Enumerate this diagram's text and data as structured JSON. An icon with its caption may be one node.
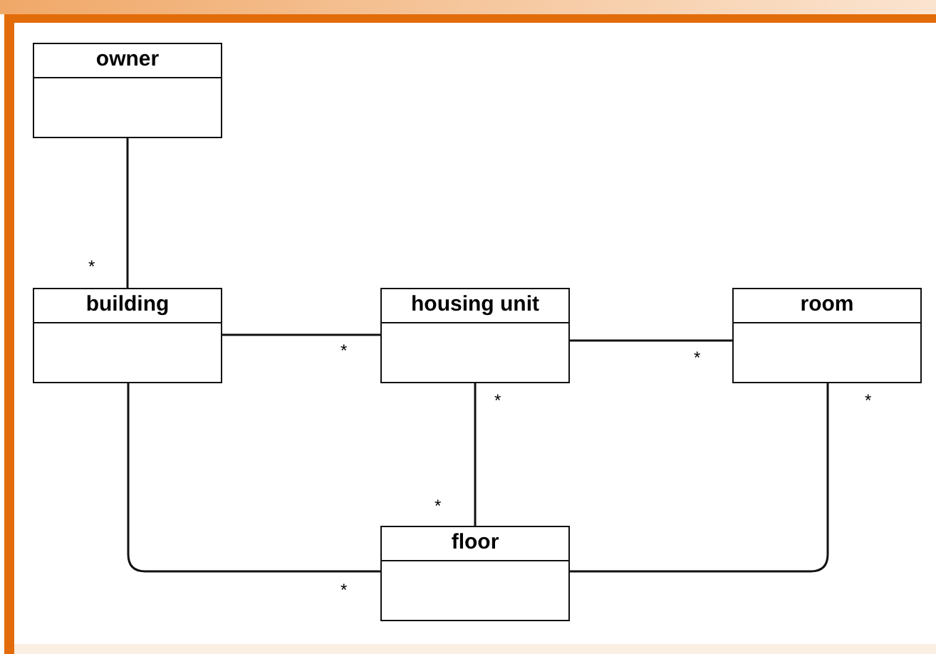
{
  "diagram": {
    "nodes": [
      {
        "text": [
          "owner"
        ]
      },
      {
        "text": [
          "building"
        ]
      },
      {
        "text": [
          "housing unit"
        ]
      },
      {
        "text": [
          "room"
        ]
      },
      {
        "text": [
          "floor"
        ]
      }
    ],
    "edges": [
      {
        "from": 0,
        "to": 1,
        "arrow": "none"
      },
      {
        "from": 1,
        "to": 2,
        "arrow": "none"
      },
      {
        "from": 2,
        "to": 3,
        "arrow": "none"
      },
      {
        "from": 2,
        "to": 4,
        "arrow": "none"
      },
      {
        "from": 1,
        "to": 4,
        "arrow": "none"
      },
      {
        "from": 3,
        "to": 4,
        "arrow": "none"
      }
    ],
    "labels": [
      "*",
      "*",
      "*",
      "*",
      "*",
      "*",
      "*"
    ]
  }
}
